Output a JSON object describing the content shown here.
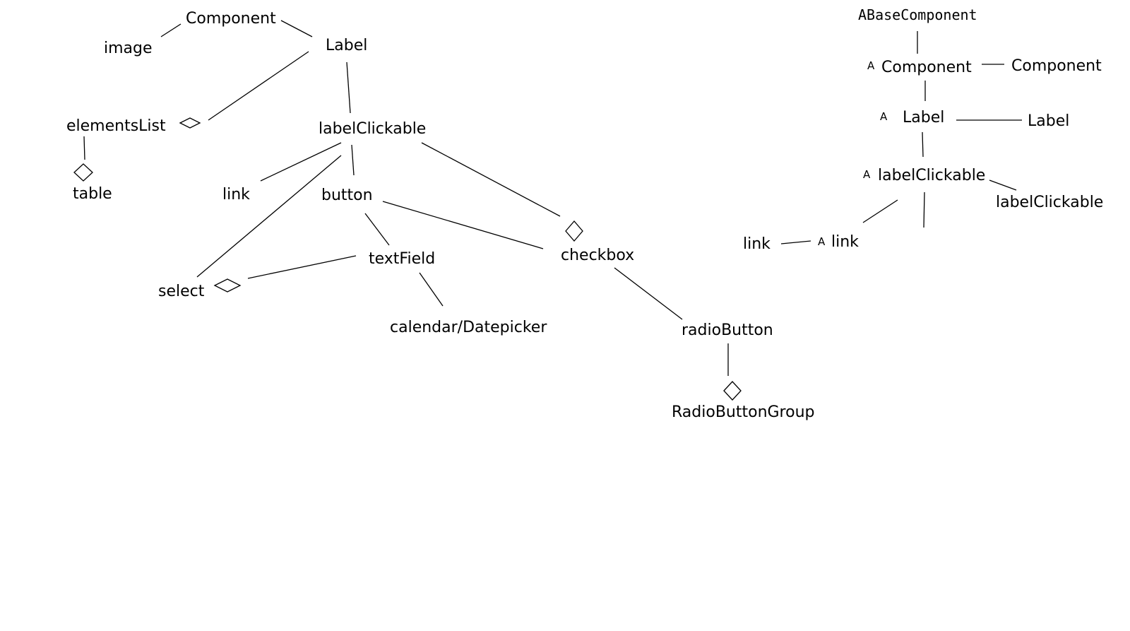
{
  "left_diagram": {
    "component": "Component",
    "image": "image",
    "label": "Label",
    "elements_list": "elementsList",
    "table": "table",
    "label_clickable": "labelClickable",
    "link": "link",
    "button": "button",
    "checkbox": "checkbox",
    "text_field": "textField",
    "select": "select",
    "calendar": "calendar/Datepicker",
    "radio_button": "radioButton",
    "radio_button_group": "RadioButtonGroup"
  },
  "right_diagram": {
    "abase_component": "ABaseComponent",
    "abstract_marker": "A",
    "component": "Component",
    "component_impl": "Component",
    "label": "Label",
    "label_impl": "Label",
    "label_clickable": "labelClickable",
    "label_clickable_impl": "labelClickable",
    "link": "link",
    "link_impl": "link"
  }
}
